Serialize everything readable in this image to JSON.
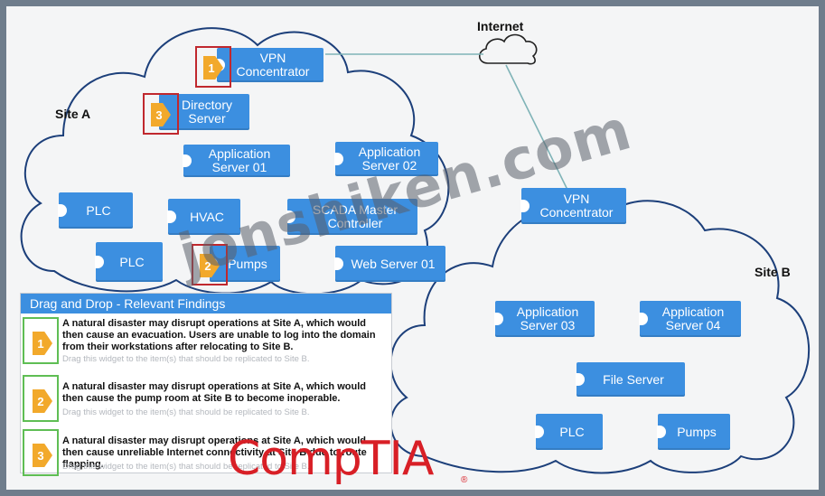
{
  "internet_label": "Internet",
  "site_a": {
    "label": "Site A",
    "nodes": {
      "vpn": "VPN Concentrator",
      "directory": "Directory Server",
      "app01": "Application Server 01",
      "app02": "Application Server 02",
      "plc1": "PLC",
      "hvac": "HVAC",
      "scada": "SCADA Master Controller",
      "plc2": "PLC",
      "pumps": "Pumps",
      "web": "Web Server 01"
    },
    "placed_pins": {
      "vpn": "1",
      "directory": "3",
      "pumps": "2"
    }
  },
  "site_b": {
    "label": "Site B",
    "nodes": {
      "vpn": "VPN Concentrator",
      "app03": "Application Server 03",
      "app04": "Application Server 04",
      "file": "File Server",
      "plc": "PLC",
      "pumps": "Pumps"
    }
  },
  "panel": {
    "title": "Drag and Drop - Relevant Findings",
    "items": [
      {
        "num": "1",
        "text": "A natural disaster may disrupt operations at Site A, which would then cause an evacuation. Users are unable to log into the domain from their workstations after relocating to Site B.",
        "hint": "Drag this widget to the item(s) that should be replicated to Site B."
      },
      {
        "num": "2",
        "text": "A natural disaster may disrupt operations at Site A, which would then cause the pump room at Site B to become inoperable.",
        "hint": "Drag this widget to the item(s) that should be replicated to Site B."
      },
      {
        "num": "3",
        "text": "A natural disaster may disrupt operations at Site A, which would then cause unreliable Internet connectivity at Site B due to route flapping.",
        "hint": "Drag this widget to the item(s) that should be replicated to Site B."
      }
    ]
  },
  "watermark": "jonshiken.com",
  "brand": "CompTIA",
  "brand_mark": "®",
  "colors": {
    "node": "#3c8fe0",
    "pin": "#f2a92b",
    "pin_border_placed": "#c0282e",
    "pin_border_panel": "#5fbe54",
    "brand": "#d81f26"
  }
}
